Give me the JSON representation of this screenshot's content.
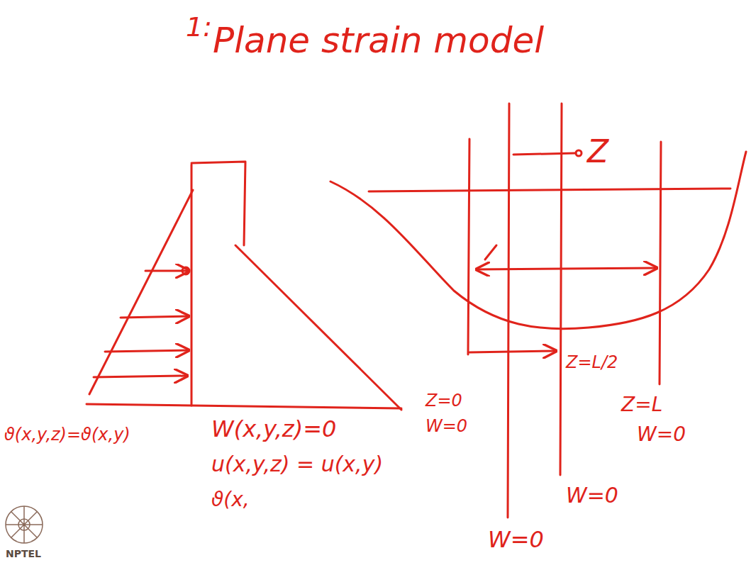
{
  "diagram": {
    "title": "Plane strain model",
    "labels": [
      "1:",
      "Z",
      "Z=0",
      "W=0",
      "Z=L/2",
      "Z=L",
      "W=0",
      "W=0",
      "W=0",
      "ϑ(x,y,z)=ϑ(x,y)",
      "W(x,y,z)=0",
      "u(x,y,z) = u(x,y)",
      "ϑ(x,",
      "NPTEL"
    ]
  }
}
